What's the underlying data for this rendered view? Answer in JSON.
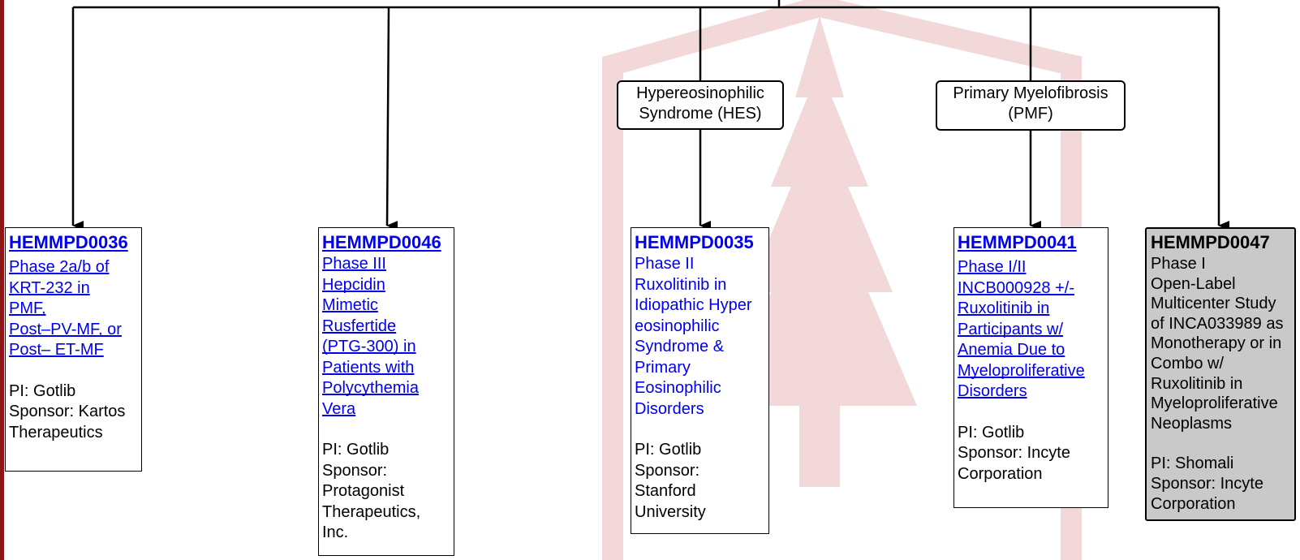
{
  "colors": {
    "left_bar": "#8c1515",
    "watermark": "#f2d8d8",
    "link": "#0000ee",
    "highlight_fill": "#c9c9c9"
  },
  "diagnoses": [
    {
      "label": "Hypereosinophilic Syndrome (HES)"
    },
    {
      "label": "Primary Myelofibrosis (PMF)"
    }
  ],
  "trials": [
    {
      "code": "HEMMPD0036",
      "title_lines": [
        "Phase 2a/b of",
        "KRT-232 in",
        "PMF,",
        "Post–PV-MF,  or",
        "Post– ET-MF"
      ],
      "pi": "PI: Gotlib",
      "sponsor_lines": [
        "Sponsor: Kartos",
        "Therapeutics"
      ]
    },
    {
      "code": "HEMMPD0046",
      "title_lines": [
        "Phase III",
        "Hepcidin",
        "Mimetic",
        "Rusfertide",
        "(PTG-300) in",
        "Patients with",
        "Polycythemia",
        "Vera"
      ],
      "pi": "PI: Gotlib",
      "sponsor_lines": [
        "Sponsor:",
        "Protagonist",
        "Therapeutics,",
        "Inc."
      ]
    },
    {
      "code": "HEMMPD0035",
      "title_lines": [
        "Phase II",
        "Ruxolitinib in",
        "Idiopathic Hyper",
        "eosinophilic",
        "Syndrome &",
        "Primary",
        "Eosinophilic",
        "Disorders"
      ],
      "pi": "PI: Gotlib",
      "sponsor_lines": [
        "Sponsor:",
        "Stanford",
        "University"
      ]
    },
    {
      "code": "HEMMPD0041",
      "title_lines": [
        "Phase I/II",
        "INCB000928 +/-",
        "Ruxolitinib in",
        "Participants w/",
        "Anemia Due to",
        "Myeloproliferative",
        "Disorders"
      ],
      "pi": "PI: Gotlib",
      "sponsor_lines": [
        "Sponsor: Incyte",
        "Corporation"
      ]
    },
    {
      "code": "HEMMPD0047",
      "title_lines": [
        "Phase I",
        "Open-Label",
        "Multicenter Study",
        "of INCA033989 as",
        "Monotherapy or in",
        "Combo w/",
        "Ruxolitinib in",
        "Myeloproliferative",
        "Neoplasms"
      ],
      "pi": "PI: Shomali",
      "sponsor_lines": [
        "Sponsor: Incyte",
        "Corporation"
      ]
    }
  ]
}
